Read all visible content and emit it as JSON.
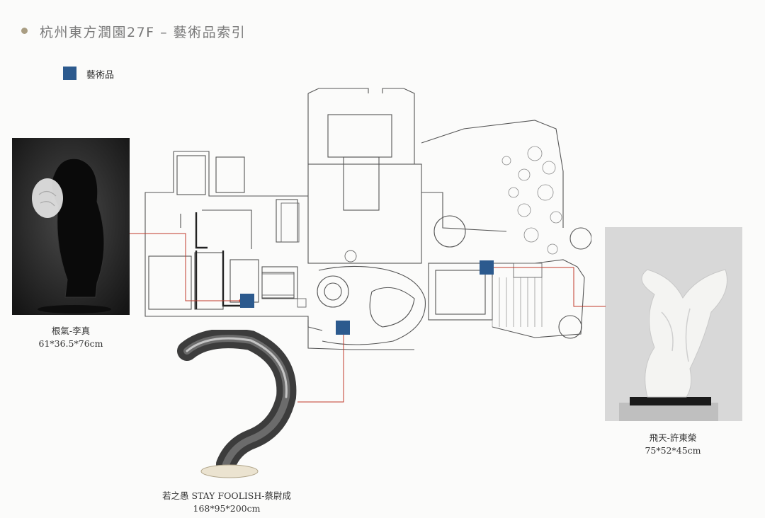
{
  "page": {
    "title": "杭州東方潤園27F – 藝術品索引"
  },
  "legend": {
    "label": "藝術品",
    "color": "#2c5a8e"
  },
  "artworks": [
    {
      "name": "根氣-李真",
      "size": "61*36.5*76cm"
    },
    {
      "name": "若之愚 STAY FOOLISH-蔡尉成",
      "size": "168*95*200cm"
    },
    {
      "name": "飛天-許東榮",
      "size": "75*52*45cm"
    }
  ],
  "colors": {
    "leader_line": "#c0392b",
    "marker": "#2c5a8e",
    "title_dot": "#a99d82"
  }
}
